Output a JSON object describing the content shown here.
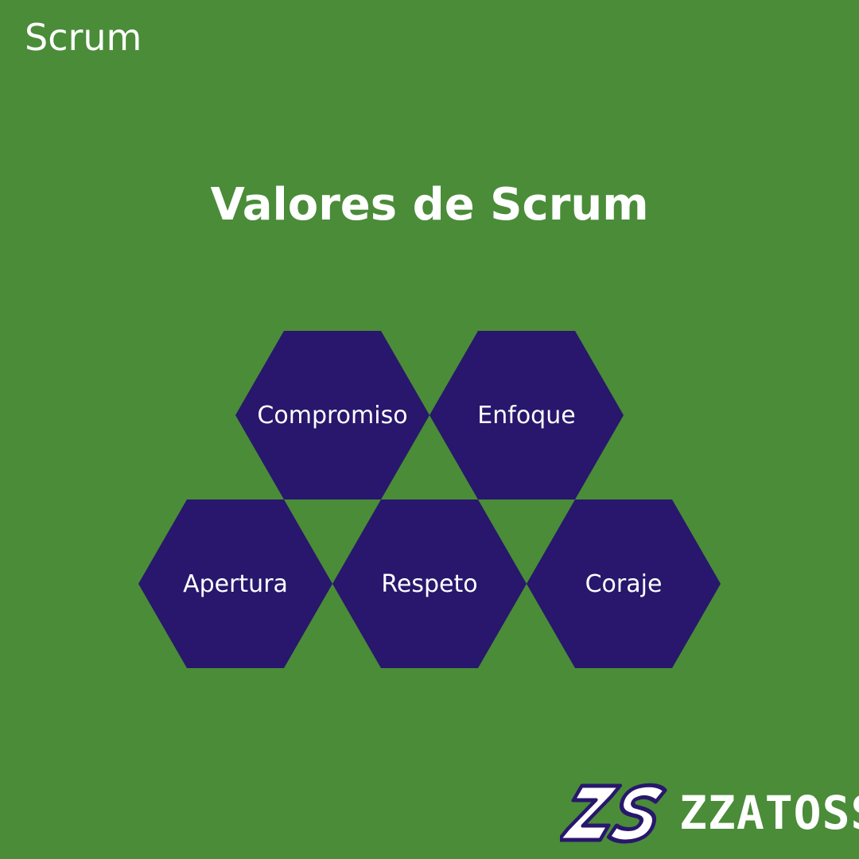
{
  "header": {
    "corner_label": "Scrum",
    "title": "Valores de Scrum"
  },
  "values": [
    {
      "label": "Compromiso"
    },
    {
      "label": "Enfoque"
    },
    {
      "label": "Apertura"
    },
    {
      "label": "Respeto"
    },
    {
      "label": "Coraje"
    }
  ],
  "brand": {
    "mark_text": "ZS",
    "name": "ZZATOSS"
  },
  "colors": {
    "background": "#4a8c38",
    "hexagon": "#28176c",
    "text": "#ffffff"
  }
}
